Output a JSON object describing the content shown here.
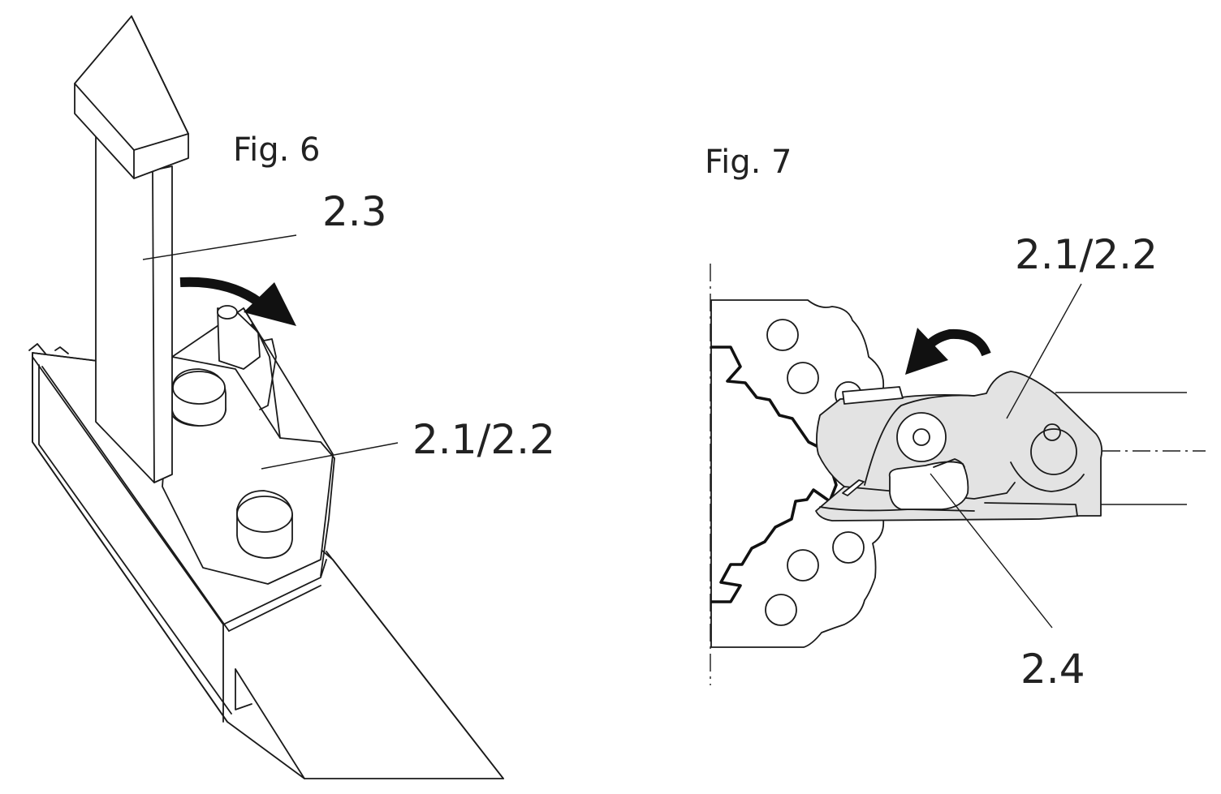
{
  "figures": [
    {
      "caption": "Fig. 6",
      "callouts": [
        "2.3",
        "2.1/2.2"
      ]
    },
    {
      "caption": "Fig. 7",
      "callouts": [
        "2.1/2.2",
        "2.4"
      ]
    }
  ],
  "colors": {
    "line": "#1a1a1a",
    "text": "#222222",
    "shaded_part": "#e3e3e3",
    "background": "#ffffff"
  }
}
